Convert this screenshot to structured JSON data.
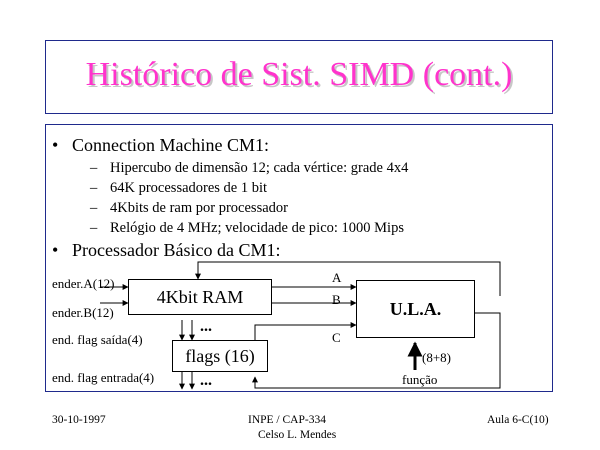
{
  "slide": {
    "title": "Histórico de Sist. SIMD (cont.)",
    "bullets": [
      {
        "text": "Connection Machine CM1:",
        "subitems": [
          "Hipercubo de dimensão 12; cada vértice: grade 4x4",
          "64K processadores de 1 bit",
          "4Kbits de ram por processador",
          "Relógio de 4 MHz; velocidade de pico: 1000 Mips"
        ]
      },
      {
        "text": "Processador Básico da CM1:",
        "subitems": []
      }
    ]
  },
  "diagram": {
    "blocks": {
      "ram": "4Kbit RAM",
      "alu": "U.L.A.",
      "flags": "flags (16)"
    },
    "labels": {
      "addr_a": "ender.A(12)",
      "addr_b": "ender.B(12)",
      "flag_out": "end. flag saída(4)",
      "flag_in": "end. flag entrada(4)",
      "in_a": "A",
      "in_b": "B",
      "in_c": "C",
      "op_width": "(8+8)",
      "function": "função",
      "dots_top": "...",
      "dots_bottom": "..."
    }
  },
  "footer": {
    "date": "30-10-1997",
    "org": "INPE / CAP-334",
    "author": "Celso L. Mendes",
    "page": "Aula 6-C(10)"
  }
}
